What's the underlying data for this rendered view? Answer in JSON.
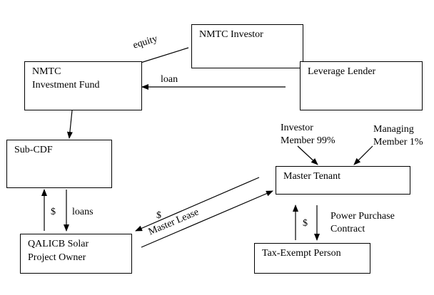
{
  "nodes": {
    "investor": "NMTC Investor",
    "fund_line1": "NMTC",
    "fund_line2": "Investment Fund",
    "lender": "Leverage Lender",
    "subcdf": "Sub-CDF",
    "tenant": "Master Tenant",
    "qalicb_line1": "QALICB Solar",
    "qalicb_line2": "Project Owner",
    "taxexempt": "Tax-Exempt Person"
  },
  "labels": {
    "equity": "equity",
    "loan": "loan",
    "dollar_left": "$",
    "loans": "loans",
    "dollar_lease": "$",
    "master_lease": "Master Lease",
    "dollar_right": "$",
    "ppa_line1": "Power Purchase",
    "ppa_line2": "Contract",
    "investor_member_line1": "Investor",
    "investor_member_line2": "Member 99%",
    "managing_member_line1": "Managing",
    "managing_member_line2": "Member 1%"
  }
}
